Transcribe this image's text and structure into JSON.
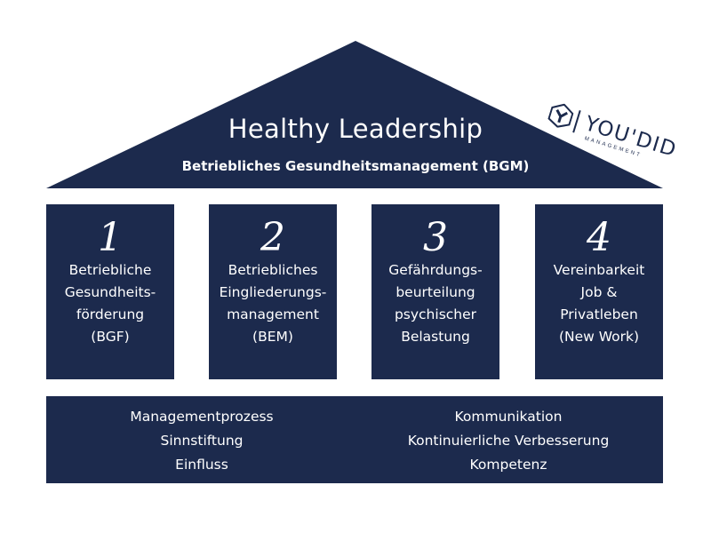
{
  "roof": {
    "title": "Healthy Leadership",
    "subtitle": "Betriebliches Gesundheitsmanagement (BGM)"
  },
  "logo": {
    "name": "YOU'DID",
    "sub": "MANAGEMENT"
  },
  "pillars": [
    {
      "number": "1",
      "text": "Betriebliche\nGesundheits-\nförderung\n(BGF)"
    },
    {
      "number": "2",
      "text": "Betriebliches\nEingliederungs-\nmanagement\n(BEM)"
    },
    {
      "number": "3",
      "text": "Gefährdungs-\nbeurteilung\npsychischer\nBelastung"
    },
    {
      "number": "4",
      "text": "Vereinbarkeit\nJob &\nPrivatleben\n(New Work)"
    }
  ],
  "base": {
    "left": [
      "Managementprozess",
      "Sinnstiftung",
      "Einfluss"
    ],
    "right": [
      "Kommunikation",
      "Kontinuierliche Verbesserung",
      "Kompetenz"
    ]
  },
  "colors": {
    "navy": "#1c2a4d",
    "background": "#ffffff"
  }
}
